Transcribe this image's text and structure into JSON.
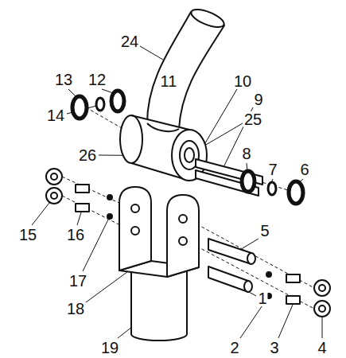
{
  "diagram": {
    "labels": [
      "13",
      "12",
      "24",
      "11",
      "10",
      "9",
      "14",
      "25",
      "26",
      "8",
      "7",
      "6",
      "15",
      "16",
      "5",
      "17",
      "18",
      "1",
      "19",
      "2",
      "3",
      "4"
    ]
  }
}
